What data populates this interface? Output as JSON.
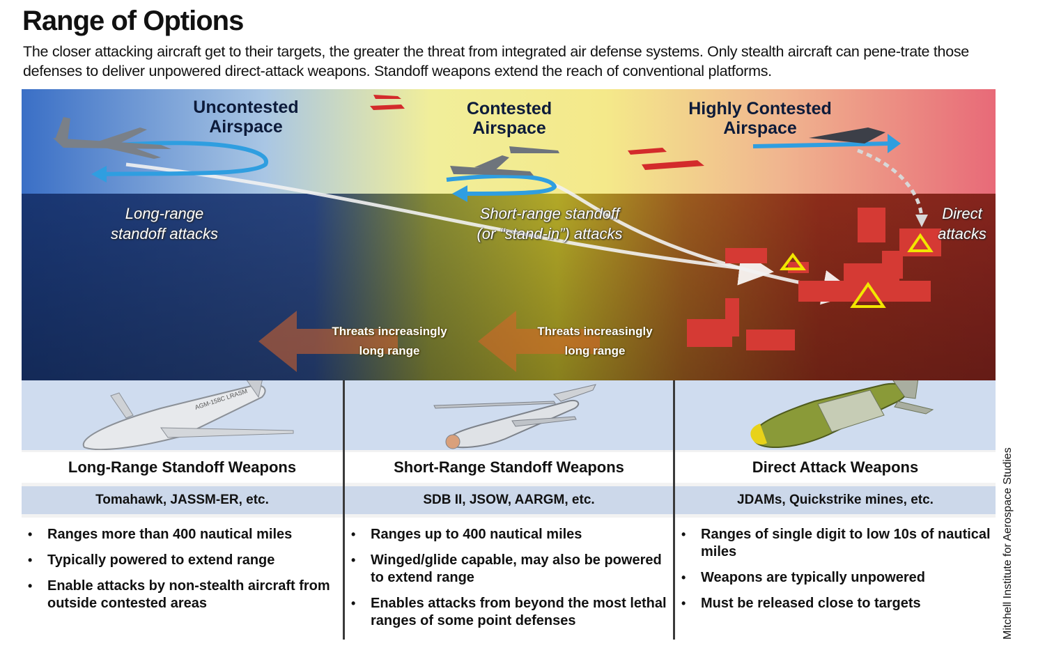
{
  "header": {
    "title": "Range of Options",
    "subtitle": "The closer attacking aircraft get to their targets, the greater the threat from integrated air defense systems. Only stealth aircraft can pene-trate those defenses to deliver unpowered direct-attack weapons. Standoff weapons extend the reach of conventional platforms."
  },
  "scene": {
    "zones": [
      {
        "label": "Uncontested Airspace"
      },
      {
        "label": "Contested Airspace"
      },
      {
        "label": "Highly Contested Airspace"
      }
    ],
    "attacks": [
      {
        "label_1": "Long-range",
        "label_2": "standoff attacks"
      },
      {
        "label_1": "Short-range standoff",
        "label_2": "(or “stand-in”) attacks"
      },
      {
        "label_1": "Direct",
        "label_2": "attacks"
      }
    ],
    "threats": [
      {
        "label_1": "Threats increasingly",
        "label_2": "long range"
      },
      {
        "label_1": "Threats increasingly",
        "label_2": "long range"
      }
    ],
    "colors": {
      "uncontested_sky": "#3f74c9",
      "contested_sky": "#f3ef8a",
      "highly_contested_sky": "#e9707a",
      "arrow_blue": "#2f9ee0",
      "threat_arrow": "#d9642a",
      "target_marker": "#f2e600",
      "adversary_red": "#d32b2b"
    }
  },
  "weapons": [
    {
      "name": "Long-Range Standoff Weapons",
      "examples": "Tomahawk, JASSM-ER, etc.",
      "image_icon": "cruise-missile-icon",
      "image_marking": "AGM-158C LRASM",
      "bullets": [
        "Ranges more than 400 nautical miles",
        "Typically powered to extend range",
        "Enable attacks by non-stealth aircraft from outside contested areas"
      ]
    },
    {
      "name": "Short-Range Standoff Weapons",
      "examples": "SDB II, JSOW, AARGM, etc.",
      "image_icon": "glide-bomb-icon",
      "bullets": [
        "Ranges up to 400 nautical miles",
        "Winged/glide capable, may also be powered to extend range",
        "Enables attacks from beyond the most lethal ranges of some point defenses"
      ]
    },
    {
      "name": "Direct Attack Weapons",
      "examples": "JDAMs, Quickstrike mines, etc.",
      "image_icon": "guided-bomb-icon",
      "bullets": [
        "Ranges of single digit to low 10s of nautical miles",
        "Weapons are typically unpowered",
        "Must be released close to targets"
      ]
    }
  ],
  "credit": "Mitchell Institute for Aerospace Studies"
}
